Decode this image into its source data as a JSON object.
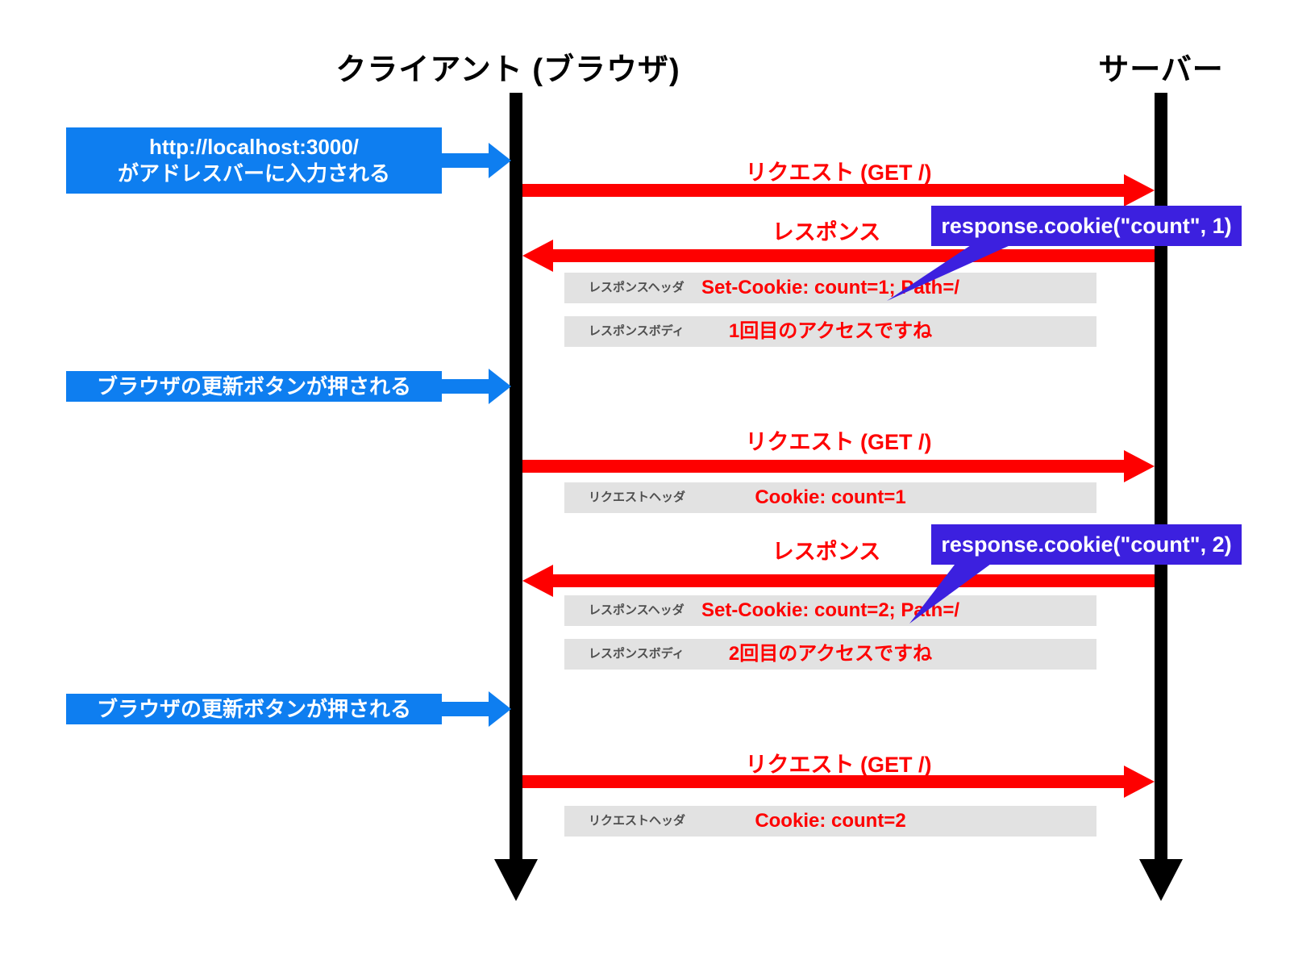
{
  "colors": {
    "blue": "#0e7ef0",
    "red": "#fe0000",
    "purple": "#3c20df",
    "gray_box": "#e2e2e2",
    "gray_label": "#4f4f4f",
    "black": "#000000"
  },
  "lifelines": {
    "client": {
      "label": "クライアント (ブラウザ)"
    },
    "server": {
      "label": "サーバー"
    }
  },
  "events": [
    {
      "line1": "http://localhost:3000/",
      "line2": "がアドレスバーに入力される"
    },
    {
      "line1": "ブラウザの更新ボタンが押される"
    },
    {
      "line1": "ブラウザの更新ボタンが押される"
    }
  ],
  "messages": [
    {
      "label": "リクエスト (GET /)",
      "direction": "right"
    },
    {
      "label": "レスポンス",
      "direction": "left"
    },
    {
      "label": "リクエスト (GET /)",
      "direction": "right"
    },
    {
      "label": "レスポンス",
      "direction": "left"
    },
    {
      "label": "リクエスト (GET /)",
      "direction": "right"
    }
  ],
  "callouts": [
    {
      "code": "response.cookie(\"count\", 1)"
    },
    {
      "code": "response.cookie(\"count\", 2)"
    }
  ],
  "details": [
    {
      "label": "レスポンスヘッダ",
      "value": "Set-Cookie: count=1; Path=/"
    },
    {
      "label": "レスポンスボディ",
      "value": "1回目のアクセスですね"
    },
    {
      "label": "リクエストヘッダ",
      "value": "Cookie: count=1"
    },
    {
      "label": "レスポンスヘッダ",
      "value": "Set-Cookie: count=2; Path=/"
    },
    {
      "label": "レスポンスボディ",
      "value": "2回目のアクセスですね"
    },
    {
      "label": "リクエストヘッダ",
      "value": "Cookie: count=2"
    }
  ]
}
